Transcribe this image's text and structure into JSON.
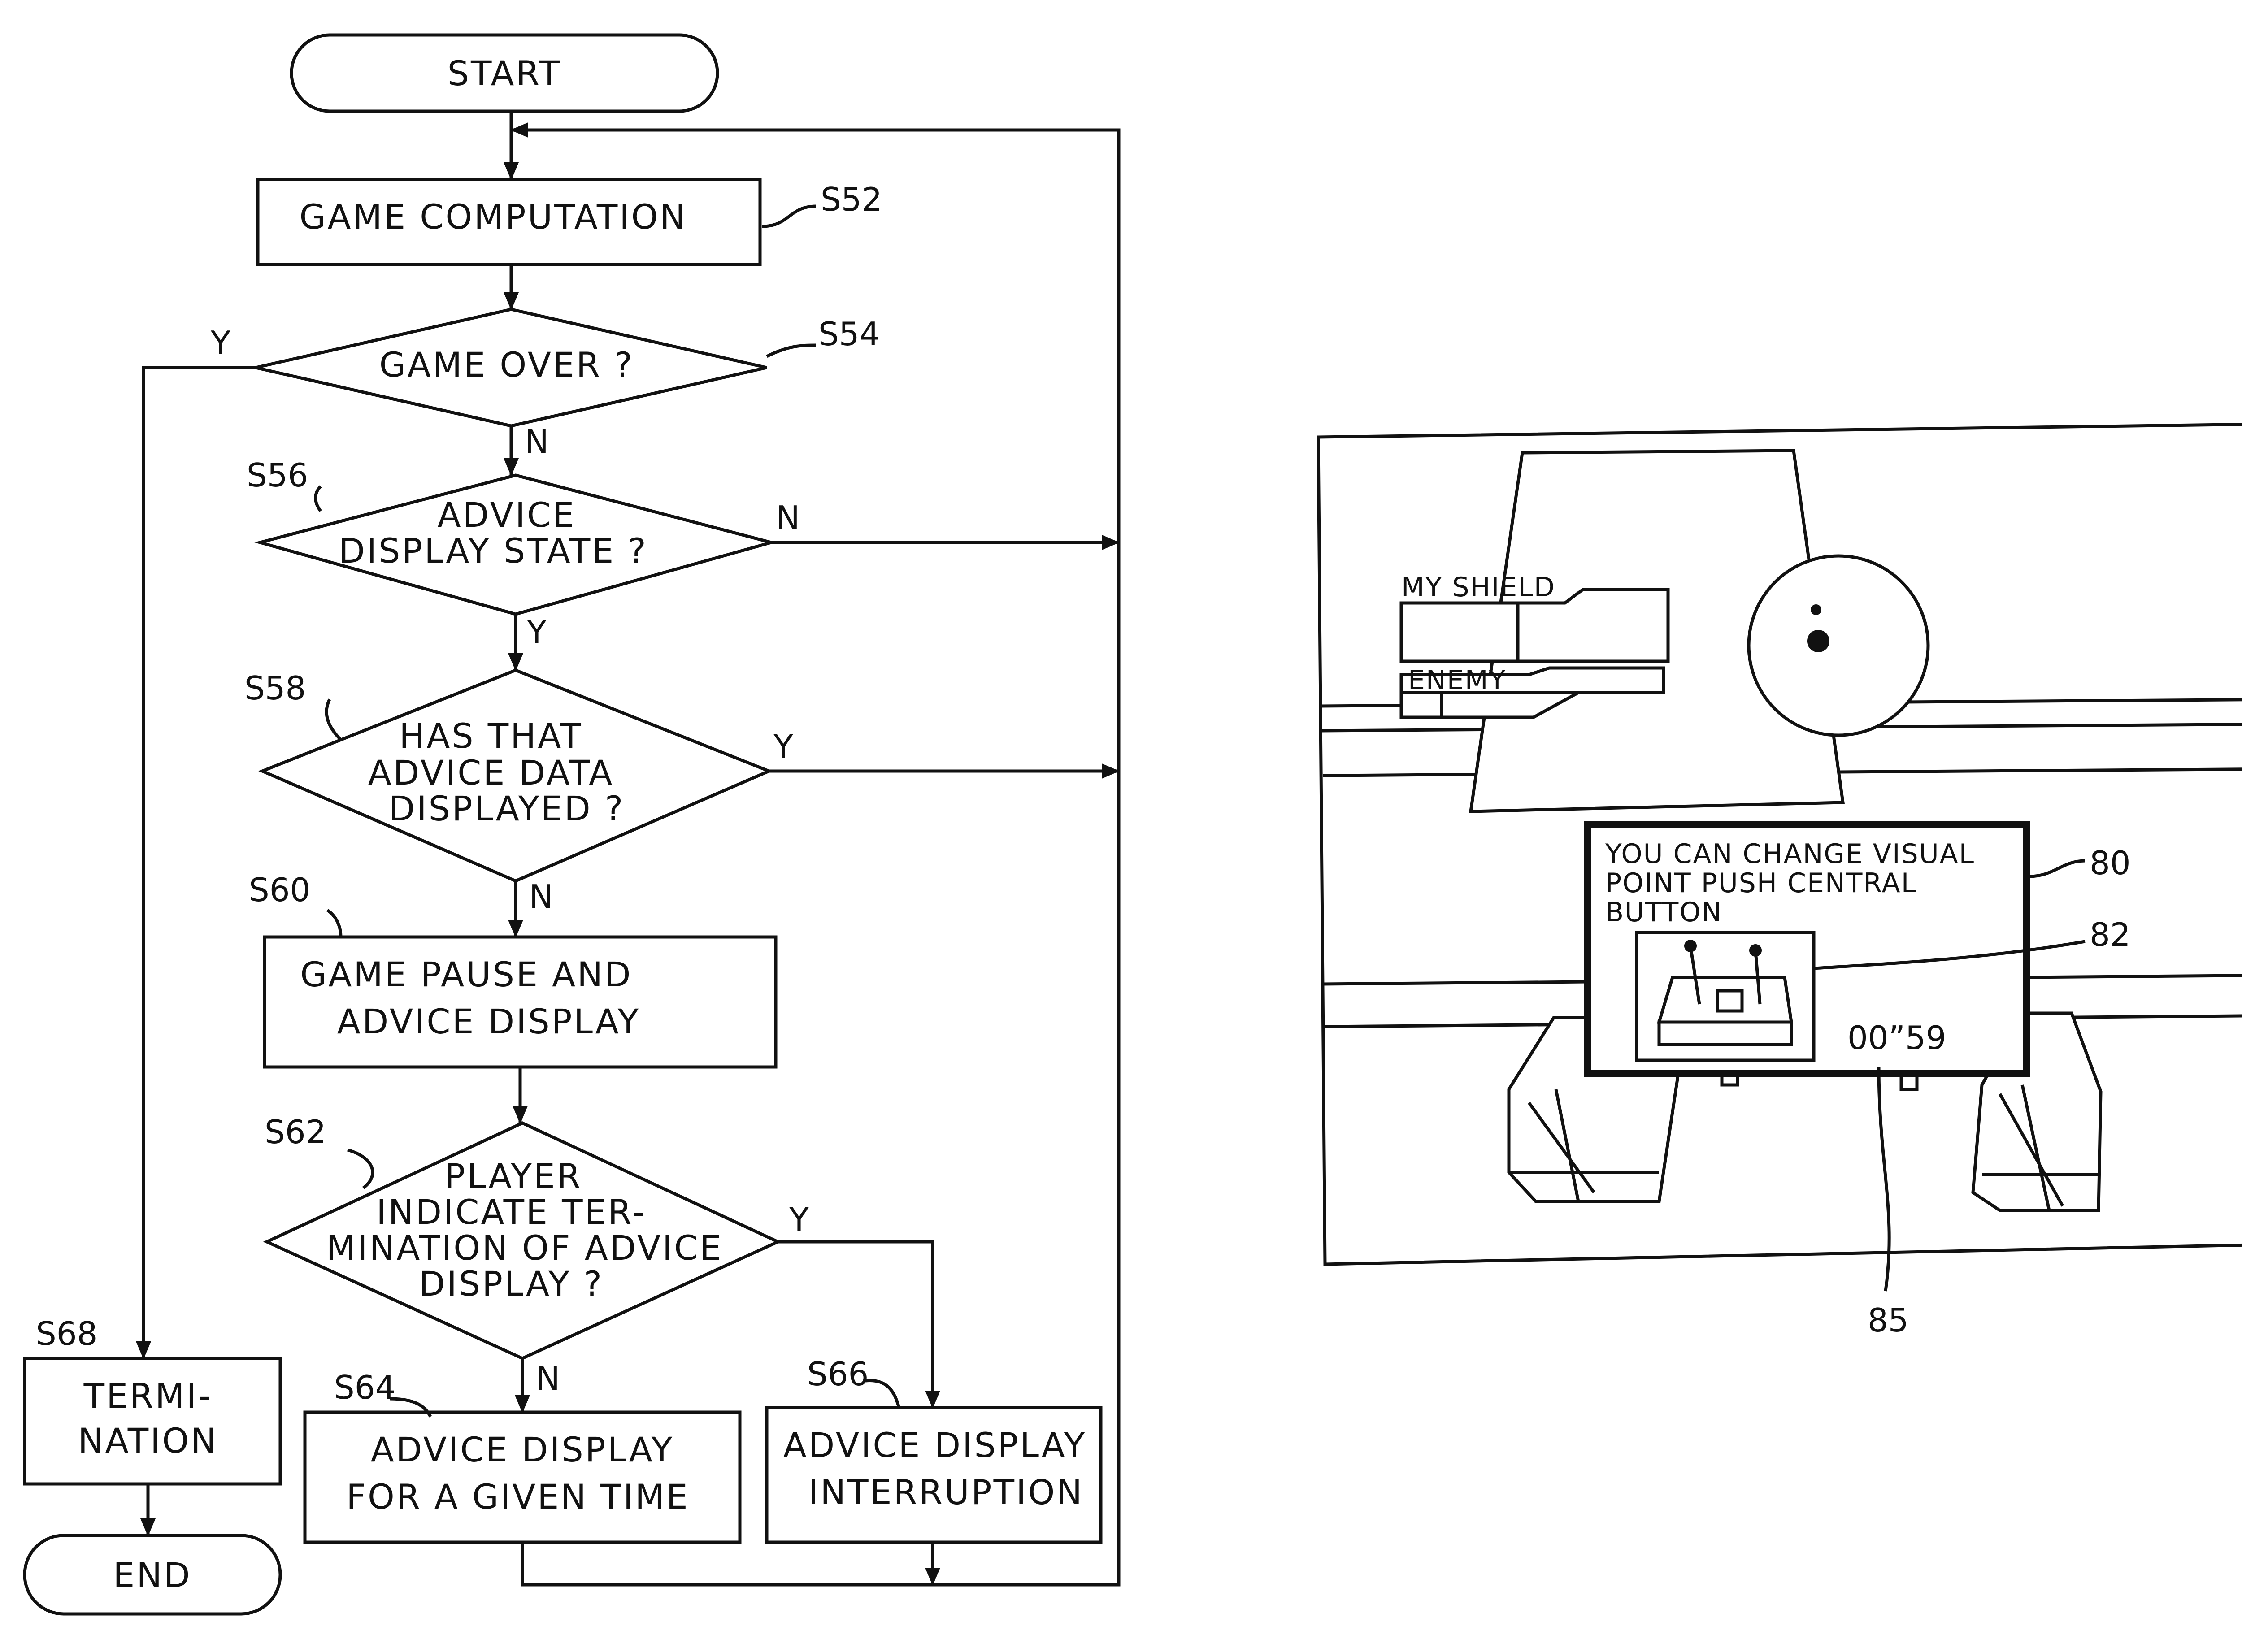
{
  "flowchart": {
    "start": "START",
    "end": "END",
    "s52": {
      "id": "S52",
      "text": [
        "GAME  COMPUTATION"
      ]
    },
    "s54": {
      "id": "S54",
      "text": [
        "GAME  OVER ?"
      ]
    },
    "s56": {
      "id": "S56",
      "text": [
        "ADVICE",
        "DISPLAY  STATE ?"
      ]
    },
    "s58": {
      "id": "S58",
      "text": [
        "HAS  THAT",
        "ADVICE  DATA",
        "DISPLAYED ?"
      ]
    },
    "s60": {
      "id": "S60",
      "text": [
        "GAME  PAUSE  AND",
        "ADVICE  DISPLAY"
      ]
    },
    "s62": {
      "id": "S62",
      "text": [
        "PLAYER",
        "INDICATE  TER-",
        "MINATION  OF ADVICE",
        "DISPLAY ?"
      ]
    },
    "s64": {
      "id": "S64",
      "text": [
        "ADVICE  DISPLAY",
        "FOR  A  GIVEN  TIME"
      ]
    },
    "s66": {
      "id": "S66",
      "text": [
        "ADVICE  DISPLAY",
        "INTERRUPTION"
      ]
    },
    "s68": {
      "id": "S68",
      "text": [
        "TERMI-",
        "NATION"
      ]
    },
    "labels": {
      "yes": "Y",
      "no": "N"
    }
  },
  "screen": {
    "my_shield": "MY SHIELD",
    "enemy": "ENEMY",
    "advice_lines": [
      "YOU  CAN  CHANGE VISUAL",
      "POINT PUSH  CENTRAL",
      "BUTTON"
    ],
    "timer": "00”59",
    "ref_window": "80",
    "ref_image": "82",
    "ref_timer": "85"
  }
}
